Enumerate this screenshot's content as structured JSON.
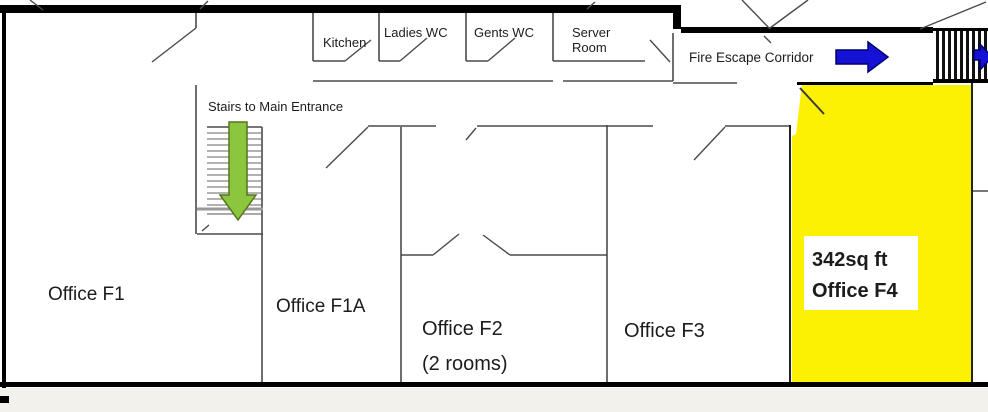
{
  "plan": {
    "rooms": {
      "kitchen": {
        "label": "Kitchen"
      },
      "ladies_wc": {
        "label": "Ladies WC"
      },
      "gents_wc": {
        "label": "Gents WC"
      },
      "server_room": {
        "line1": "Server",
        "line2": "Room"
      },
      "office_f1": {
        "label": "Office F1"
      },
      "office_f1a": {
        "label": "Office F1A"
      },
      "office_f2": {
        "label": "Office F2",
        "note": "(2 rooms)"
      },
      "office_f3": {
        "label": "Office F3"
      },
      "office_f4": {
        "label": "Office F4",
        "area": "342sq ft",
        "highlight_color": "#FCF102"
      }
    },
    "annotations": {
      "stairs_note": {
        "label": "Stairs to Main Entrance",
        "arrow_direction": "down",
        "arrow_color": "#8CC63E"
      },
      "fire_escape": {
        "label": "Fire Escape Corridor",
        "arrow_direction": "right",
        "arrow_color": "#1512D6"
      }
    }
  }
}
